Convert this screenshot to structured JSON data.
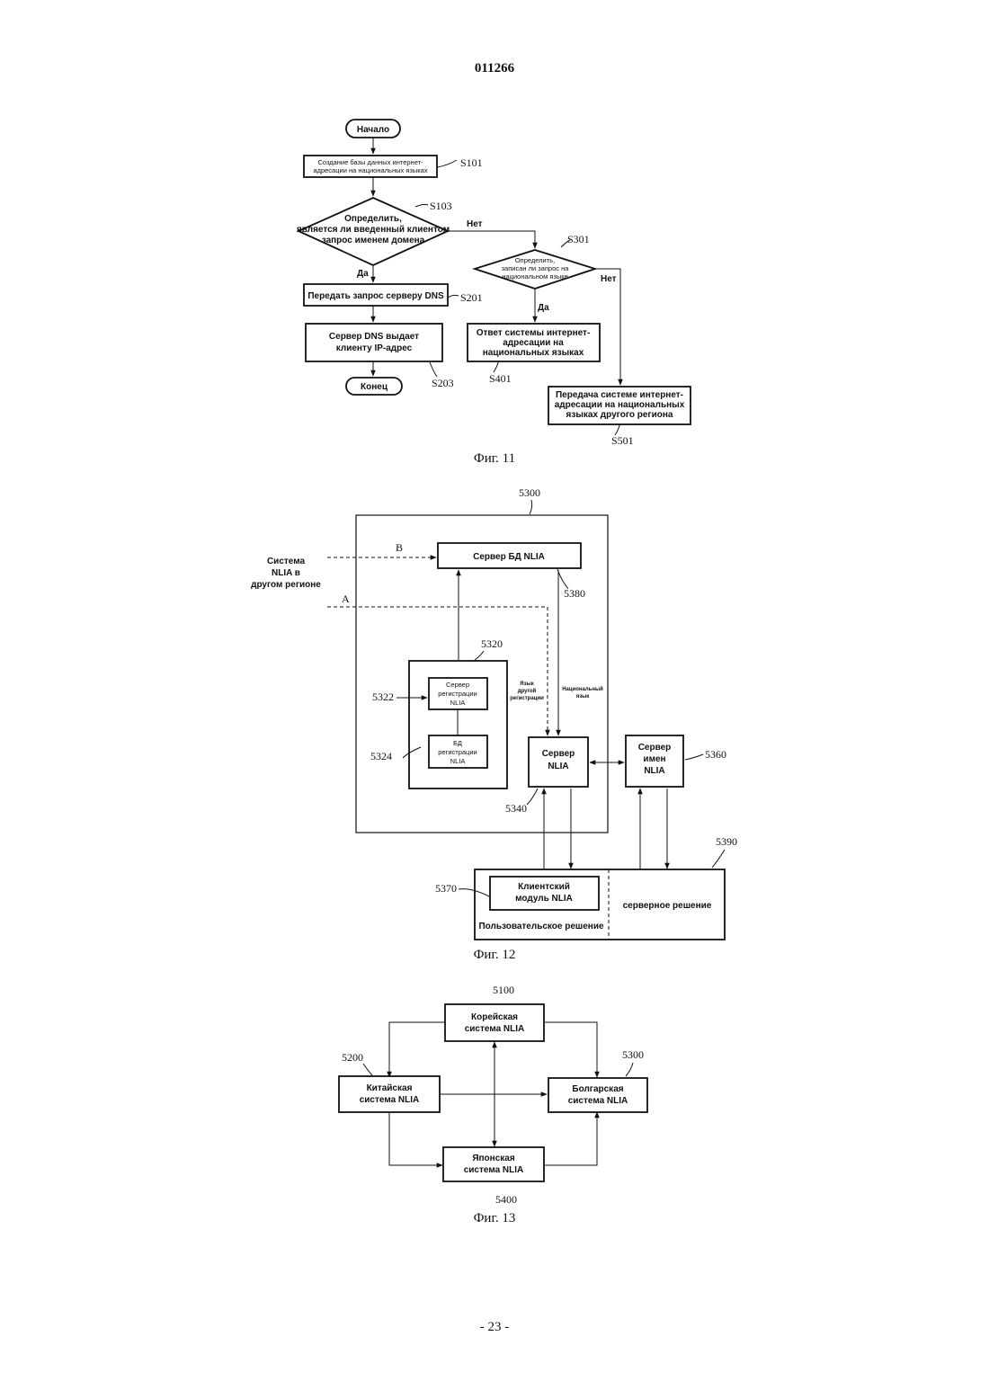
{
  "page": {
    "doc_number": "011266",
    "page_number": "- 23 -"
  },
  "fig11": {
    "caption": "Фиг. 11",
    "start": "Начало",
    "end": "Конец",
    "s101": {
      "ref": "S101",
      "lines": [
        "Создание базы данных интернет-",
        "адресации на национальных языках"
      ]
    },
    "s103": {
      "ref": "S103",
      "lines": [
        "Определить,",
        "является ли введенный клиентом",
        "запрос именем домена"
      ]
    },
    "no_label": "Нет",
    "yes_label": "Да",
    "s201": {
      "ref": "S201",
      "lines": [
        "Передать запрос серверу DNS"
      ]
    },
    "s203": {
      "ref": "S203",
      "lines": [
        "Сервер DNS выдает",
        "клиенту IP-адрес"
      ]
    },
    "s301": {
      "ref": "S301",
      "lines": [
        "Определить,",
        "записан ли запрос на",
        "национальном языке"
      ]
    },
    "s401": {
      "ref": "S401",
      "lines": [
        "Ответ системы интернет-",
        "адресации на",
        "национальных языках"
      ]
    },
    "s501": {
      "ref": "S501",
      "lines": [
        "Передача системе интернет-",
        "адресации на национальных",
        "языках другого региона"
      ]
    }
  },
  "fig12": {
    "caption": "Фиг. 12",
    "system_ref": "5300",
    "external_lines": [
      "Система",
      "NLIA в",
      "другом регионе"
    ],
    "arrow_b": "B",
    "arrow_a": "A",
    "db_server": {
      "label": "Сервер БД NLIA",
      "ref": "5380"
    },
    "registration": {
      "ref": "5320"
    },
    "reg_server": {
      "ref": "5322",
      "lines": [
        "Сервер",
        "регистрации",
        "NLIA"
      ]
    },
    "reg_db": {
      "ref": "5324",
      "lines": [
        "БД",
        "регистрации",
        "NLIA"
      ]
    },
    "other_lang_lines": [
      "Язык",
      "другой",
      "регистрации"
    ],
    "national_lang_lines": [
      "Национальный",
      "язык"
    ],
    "nlia_server": {
      "ref": "5340",
      "lines": [
        "Сервер",
        "NLIA"
      ]
    },
    "name_server": {
      "ref": "5360",
      "lines": [
        "Сервер",
        "имен",
        "NLIA"
      ]
    },
    "solution_ref": "5390",
    "client_module": {
      "ref": "5370",
      "lines": [
        "Клиентский",
        "модуль NLIA"
      ]
    },
    "user_solution": "Пользовательское решение",
    "server_solution": "серверное решение"
  },
  "fig13": {
    "caption": "Фиг. 13",
    "korean": {
      "ref": "5100",
      "lines": [
        "Корейская",
        "система NLIA"
      ]
    },
    "chinese": {
      "ref": "5200",
      "lines": [
        "Китайская",
        "система NLIA"
      ]
    },
    "bulgarian": {
      "ref": "5300",
      "lines": [
        "Болгарская",
        "система NLIA"
      ]
    },
    "japanese": {
      "ref": "5400",
      "lines": [
        "Японская",
        "система NLIA"
      ]
    }
  }
}
